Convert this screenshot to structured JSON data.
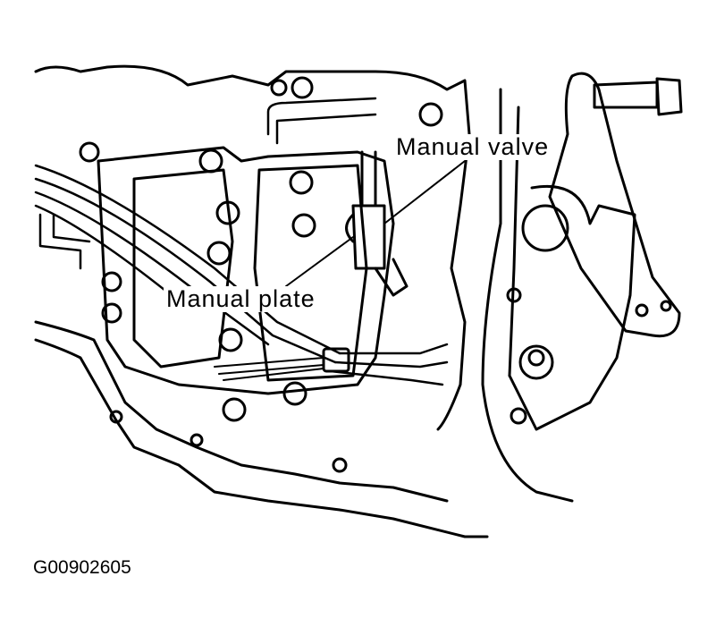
{
  "labels": {
    "manual_valve": "Manual valve",
    "manual_plate": "Manual plate"
  },
  "figure_code": "G00902605",
  "colors": {
    "ink": "#000000",
    "paper": "#ffffff"
  }
}
